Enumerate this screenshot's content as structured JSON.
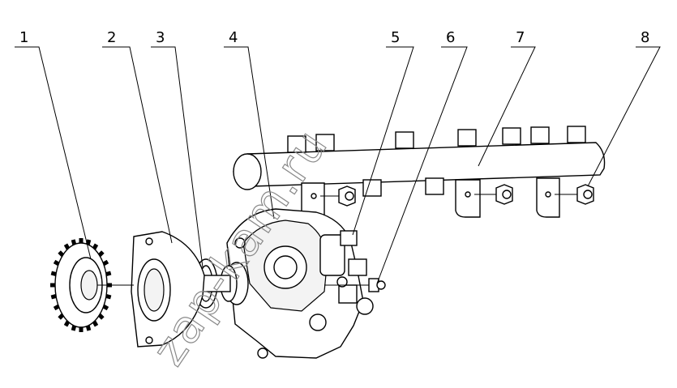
{
  "diagram": {
    "callouts": [
      {
        "id": "1",
        "label": "1"
      },
      {
        "id": "2",
        "label": "2"
      },
      {
        "id": "3",
        "label": "3"
      },
      {
        "id": "4",
        "label": "4"
      },
      {
        "id": "5",
        "label": "5"
      },
      {
        "id": "6",
        "label": "6"
      },
      {
        "id": "7",
        "label": "7"
      },
      {
        "id": "8",
        "label": "8"
      }
    ],
    "watermark": "zap-kam.ru",
    "parts": [
      {
        "callout": "1",
        "name": "drive-gear-icon"
      },
      {
        "callout": "2",
        "name": "flange-plate-icon"
      },
      {
        "callout": "3",
        "name": "o-ring-icon"
      },
      {
        "callout": "4",
        "name": "fuel-pump-icon"
      },
      {
        "callout": "5",
        "name": "bolt-icon"
      },
      {
        "callout": "6",
        "name": "pipe-bolt-icon"
      },
      {
        "callout": "7",
        "name": "fuel-rail-icon"
      },
      {
        "callout": "8",
        "name": "bolt-icon"
      }
    ],
    "colors": {
      "line": "#000000",
      "background": "#ffffff",
      "watermark": "#8a8a8a"
    }
  }
}
